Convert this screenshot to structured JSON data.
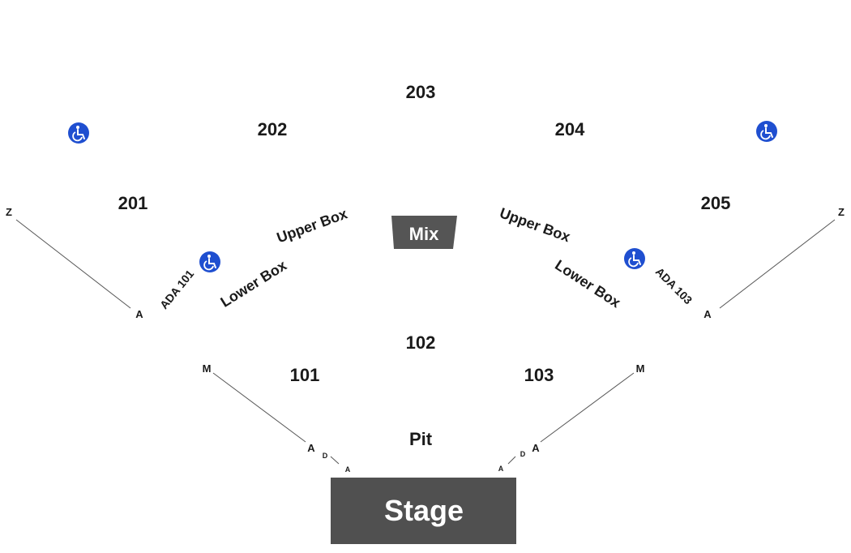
{
  "sections": {
    "s201": "201",
    "s202": "202",
    "s203": "203",
    "s204": "204",
    "s205": "205",
    "s101": "101",
    "s102": "102",
    "s103": "103",
    "pit": "Pit"
  },
  "boxes": {
    "upper_left": "Upper Box",
    "lower_left": "Lower Box",
    "upper_right": "Upper Box",
    "lower_right": "Lower Box"
  },
  "ada": {
    "left": "ADA 101",
    "right": "ADA 103"
  },
  "rows": {
    "upper_left_top": "Z",
    "upper_left_bottom": "A",
    "upper_right_top": "Z",
    "upper_right_bottom": "A",
    "lower_left_top": "M",
    "lower_left_a": "A",
    "lower_left_d": "D",
    "lower_left_a2": "A",
    "lower_right_top": "M",
    "lower_right_a": "A",
    "lower_right_d": "D",
    "lower_right_a2": "A"
  },
  "mix_label": "Mix",
  "stage_label": "Stage",
  "colors": {
    "accessibility_blue": "#1f4fd0",
    "stage_gray": "#505050",
    "mix_gray": "#555555"
  },
  "icons": {
    "accessibility": "wheelchair-icon"
  }
}
